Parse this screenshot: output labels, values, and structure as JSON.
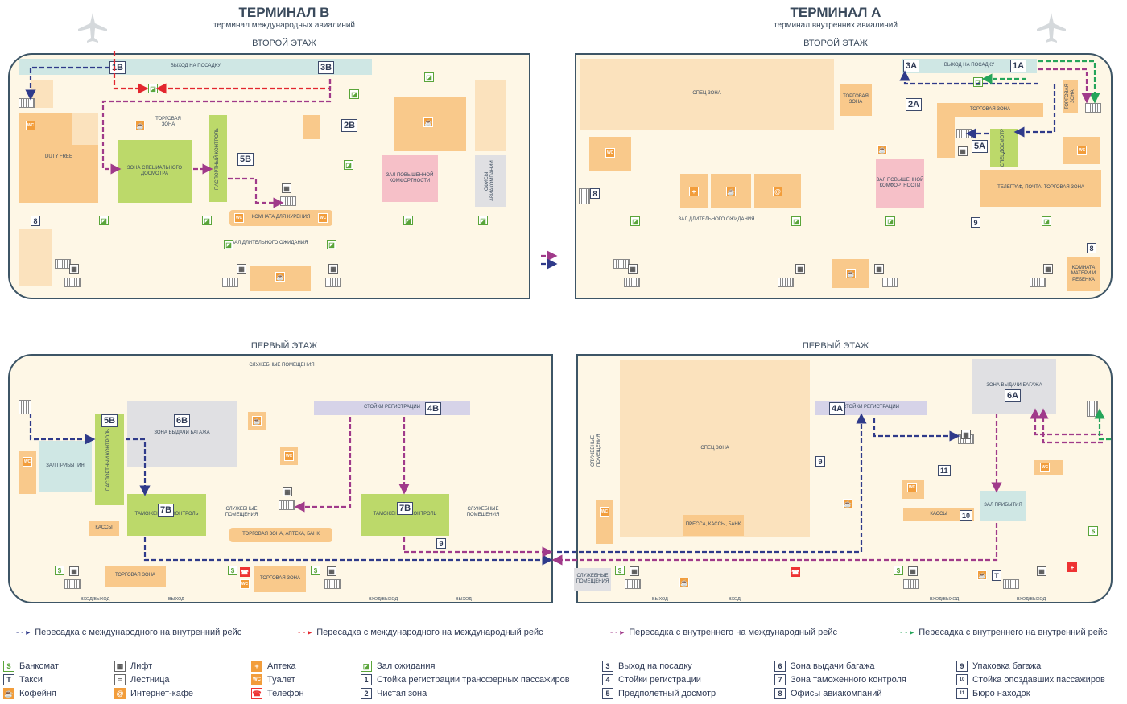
{
  "terminals": {
    "b": {
      "title": "ТЕРМИНАЛ B",
      "subtitle": "терминал международных авиалиний"
    },
    "a": {
      "title": "ТЕРМИНАЛ A",
      "subtitle": "терминал внутренних авиалиний"
    }
  },
  "floors": {
    "second": "ВТОРОЙ ЭТАЖ",
    "first": "ПЕРВЫЙ ЭТАЖ"
  },
  "zones": {
    "b2_gate": "ВЫХОД НА ПОСАДКУ",
    "duty_free": "DUTY FREE",
    "special_screen": "ЗОНА СПЕЦИАЛЬНОГО ДОСМОТРА",
    "passport_control_b2": "ПАСПОРТНЫЙ КОНТРОЛЬ",
    "trade_b2": "ТОРГОВАЯ ЗОНА",
    "comfort_b": "ЗАЛ ПОВЫШЕННОЙ КОМФОРТНОСТИ",
    "airline_offices": "ОФИСЫ АВИАКОМПАНИЙ",
    "smoking": "КОМНАТА ДЛЯ КУРЕНИЯ",
    "long_wait_b": "ЗАЛ ДЛИТЕЛЬНОГО ОЖИДАНИЯ",
    "a2_gate": "ВЫХОД НА ПОСАДКУ",
    "spec_zone_a2": "СПЕЦ ЗОНА",
    "trade_a2_left": "ТОРГОВАЯ ЗОНА",
    "trade_a2_right": "ТОРГОВАЯ ЗОНА",
    "trade_a2_far": "ТОРГОВАЯ ЗОНА",
    "predflight": "СПЕЦДОСМОТР",
    "comfort_a": "ЗАЛ ПОВЫШЕННОЙ КОМФОРТНОСТИ",
    "telegraph": "ТЕЛЕГРАФ, ПОЧТА, ТОРГОВАЯ ЗОНА",
    "long_wait_a": "ЗАЛ ДЛИТЕЛЬНОГО ОЖИДАНИЯ",
    "mother_child": "КОМНАТА МАТЕРИ И РЕБЕНКА",
    "service_b1": "СЛУЖЕБНЫЕ ПОМЕЩЕНИЯ",
    "arrival_b": "ЗАЛ ПРИБЫТИЯ",
    "passport_control_b1": "ПАСПОРТНЫЙ КОНТРОЛЬ",
    "baggage_b": "ЗОНА ВЫДАЧИ БАГАЖА",
    "checkin_b": "СТОЙКИ РЕГИСТРАЦИИ",
    "customs_b_left": "ТАМОЖЕННЫЙ КОНТРОЛЬ",
    "customs_b_right": "ТАМОЖЕННЫЙ КОНТРОЛЬ",
    "service_b1_mid": "СЛУЖЕБНЫЕ ПОМЕЩЕНИЯ",
    "service_b1_right": "СЛУЖЕБНЫЕ ПОМЕЩЕНИЯ",
    "trade_pharmacy_bank": "ТОРГОВАЯ ЗОНА, АПТЕКА, БАНК",
    "cash_b": "КАССЫ",
    "trade_b1_bottom_left": "ТОРГОВАЯ ЗОНА",
    "trade_b1_bottom_mid": "ТОРГОВАЯ ЗОНА",
    "service_a1_vertical": "СЛУЖЕБНЫЕ ПОМЕЩЕНИЯ",
    "service_a1_bottom": "СЛУЖЕБНЫЕ ПОМЕЩЕНИЯ",
    "spec_zone_a1": "СПЕЦ ЗОНА",
    "checkin_a": "СТОЙКИ РЕГИСТРАЦИИ",
    "press_bank": "ПРЕССА, КАССЫ, БАНК",
    "baggage_a": "ЗОНА ВЫДАЧИ БАГАЖА",
    "arrival_a": "ЗАЛ ПРИБЫТИЯ",
    "cash_a": "КАССЫ"
  },
  "entrances": {
    "in_out": "ВХОД/ВЫХОД",
    "exit": "ВЫХОД",
    "entry": "ВХОД"
  },
  "badges": {
    "1b": "1B",
    "3b": "3B",
    "2b": "2B",
    "5b": "5B",
    "8": "8",
    "3a": "3A",
    "1a": "1A",
    "2a": "2A",
    "5a": "5A",
    "9": "9",
    "10": "10",
    "11": "11",
    "6b": "6B",
    "7b": "7B",
    "4b": "4B",
    "4a": "4A",
    "6a": "6A"
  },
  "routes": [
    {
      "label": "Пересадка с международного на внутренний рейс",
      "color": "#2f3a8a"
    },
    {
      "label": "Пересадка с международного на международный рейс",
      "color": "#e3262e"
    },
    {
      "label": "Пересадка с внутреннего на международный рейс",
      "color": "#a03a8a"
    },
    {
      "label": "Пересадка с внутреннего на внутренний рейс",
      "color": "#25a55a"
    }
  ],
  "legend": [
    {
      "key": "$",
      "label": "Банкомат",
      "style": "g"
    },
    {
      "key": "T",
      "label": "Такси",
      "style": "badge"
    },
    {
      "key": "☕",
      "label": "Кофейня",
      "style": "o"
    },
    {
      "key": "▦",
      "label": "Лифт",
      "style": "l"
    },
    {
      "key": "≡",
      "label": "Лестница",
      "style": "l"
    },
    {
      "key": "@",
      "label": "Интернет-кафе",
      "style": "o"
    },
    {
      "key": "+",
      "label": "Аптека",
      "style": "o"
    },
    {
      "key": "WC",
      "label": "Туалет",
      "style": "o"
    },
    {
      "key": "☎",
      "label": "Телефон",
      "style": "r"
    },
    {
      "key": "◪",
      "label": "Зал ожидания",
      "style": "g"
    },
    {
      "key": "1",
      "label": "Стойка регистрации трансферных пассажиров",
      "style": "badge"
    },
    {
      "key": "2",
      "label": "Чистая зона",
      "style": "badge"
    },
    {
      "key": "3",
      "label": "Выход на посадку",
      "style": "badge"
    },
    {
      "key": "4",
      "label": "Стойки регистрации",
      "style": "badge"
    },
    {
      "key": "5",
      "label": "Предполетный досмотр",
      "style": "badge"
    },
    {
      "key": "6",
      "label": "Зона выдачи багажа",
      "style": "badge"
    },
    {
      "key": "7",
      "label": "Зона таможенного контроля",
      "style": "badge"
    },
    {
      "key": "8",
      "label": "Офисы авиакомпаний",
      "style": "badge"
    },
    {
      "key": "9",
      "label": "Упаковка багажа",
      "style": "badge"
    },
    {
      "key": "10",
      "label": "Стойка опоздавших пассажиров",
      "style": "badge"
    },
    {
      "key": "11",
      "label": "Бюро находок",
      "style": "badge"
    }
  ],
  "colors": {
    "outline": "#3d5566",
    "international_route": "#2f3a8a",
    "intl_intl_route": "#e3262e",
    "dom_intl_route": "#a03a8a",
    "dom_dom_route": "#25a55a"
  }
}
